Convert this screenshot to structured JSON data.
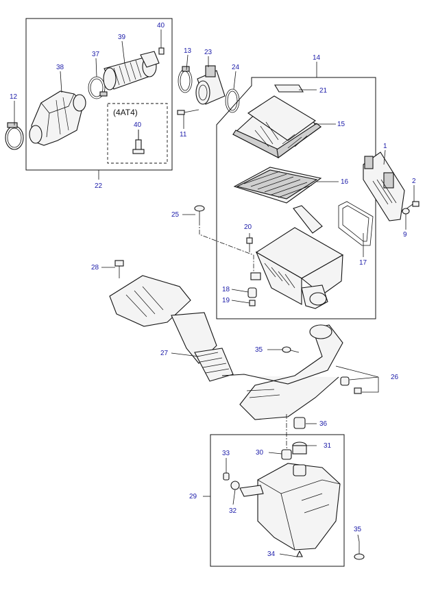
{
  "labels": {
    "p1": "1",
    "p2": "2",
    "p9": "9",
    "p11": "11",
    "p12": "12",
    "p13": "13",
    "p14": "14",
    "p15": "15",
    "p16": "16",
    "p17": "17",
    "p18": "18",
    "p19": "19",
    "p20": "20",
    "p21": "21",
    "p22": "22",
    "p23": "23",
    "p24": "24",
    "p25": "25",
    "p26": "26",
    "p27": "27",
    "p28": "28",
    "p29": "29",
    "p30": "30",
    "p31": "31",
    "p32": "32",
    "p33": "33",
    "p34": "34",
    "p35a": "35",
    "p35b": "35",
    "p36": "36",
    "p37": "37",
    "p38": "38",
    "p39": "39",
    "p40a": "40",
    "p40b": "40"
  },
  "variant_label": "(4AT4)"
}
